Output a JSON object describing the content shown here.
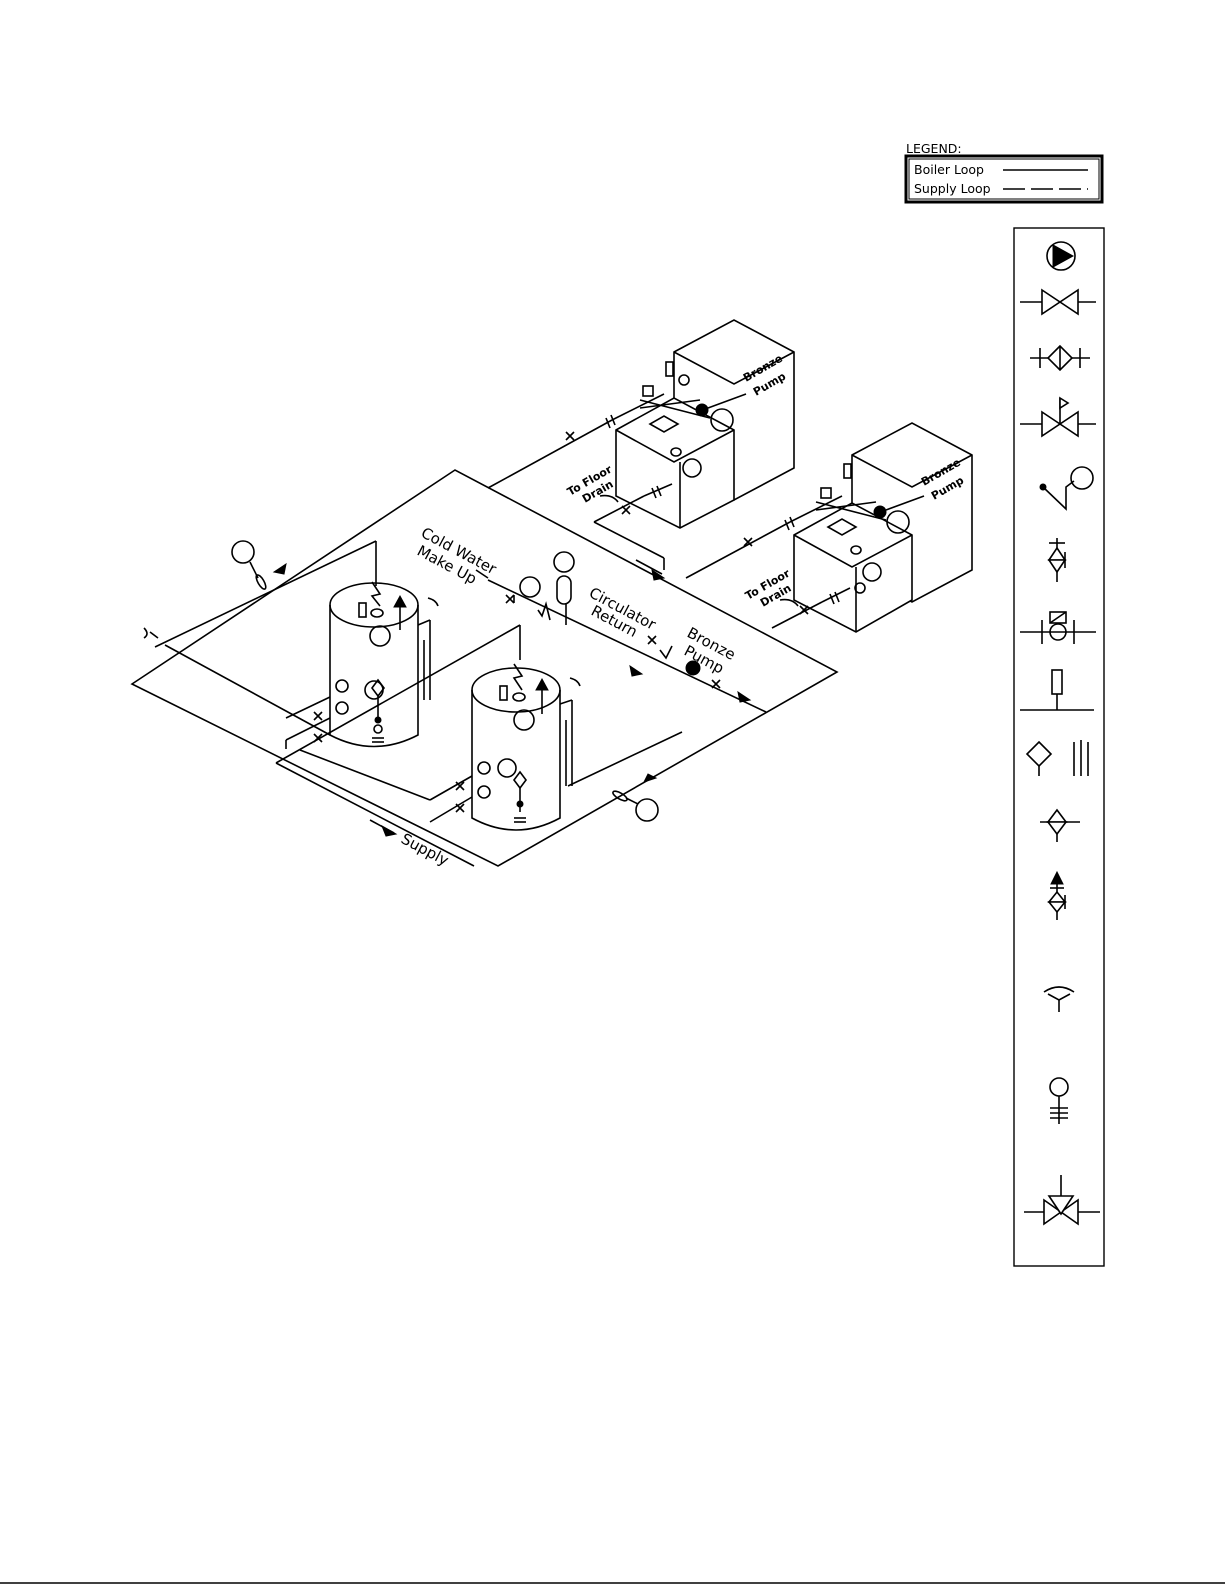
{
  "legend": {
    "title": "LEGEND:",
    "boiler_loop": "Boiler Loop",
    "supply_loop": "Supply Loop"
  },
  "labels": {
    "cold_water_line1": "Cold Water",
    "cold_water_line2": "Make Up",
    "circulator_line1": "Circulator",
    "circulator_line2": "Return",
    "bronze_line1": "Bronze",
    "bronze_line2": "Pump",
    "supply": "Supply",
    "boiler1_pump_line1": "Bronze",
    "boiler1_pump_line2": "Pump",
    "boiler2_pump_line1": "Bronze",
    "boiler2_pump_line2": "Pump",
    "boiler1_drain_line1": "To Floor",
    "boiler1_drain_line2": "Drain",
    "boiler2_drain_line1": "To Floor",
    "boiler2_drain_line2": "Drain"
  },
  "symbol_key": [
    "pump-symbol",
    "gate-valve-symbol",
    "check-valve-symbol",
    "pressure-relief-valve-symbol",
    "thermometer-symbol",
    "temperature-relief-symbol",
    "solenoid-valve-symbol",
    "aquastat-symbol",
    "strainer-union-symbol",
    "balancing-valve-symbol",
    "tp-relief-valve-symbol",
    "vent-symbol",
    "drain-gauge-symbol",
    "mixing-valve-symbol"
  ]
}
